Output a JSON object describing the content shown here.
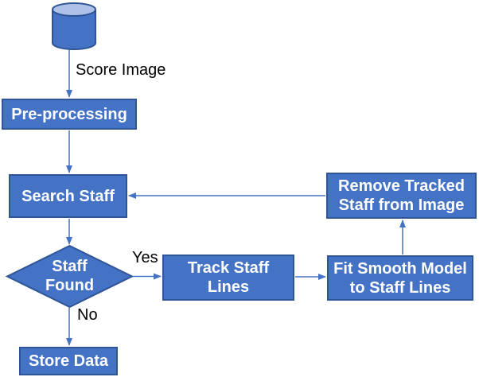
{
  "diagram": {
    "type": "flowchart",
    "colors": {
      "background": "#FFFFFF",
      "node_fill": "#4472C4",
      "node_border": "#2F5597",
      "node_text": "#FFFFFF",
      "cylinder_top_fill": "#AEC2E7",
      "connector": "#4472C4",
      "edge_label_text": "#000000"
    },
    "nodes": {
      "database": {
        "shape": "cylinder",
        "label": ""
      },
      "preprocessing": {
        "shape": "rectangle",
        "label": "Pre-processing"
      },
      "search_staff": {
        "shape": "rectangle",
        "label": "Search Staff"
      },
      "staff_found": {
        "shape": "diamond",
        "line1": "Staff",
        "line2": "Found"
      },
      "track_staff_lines": {
        "shape": "rectangle",
        "line1": "Track Staff",
        "line2": "Lines"
      },
      "fit_smooth_model": {
        "shape": "rectangle",
        "line1": "Fit Smooth Model",
        "line2": "to Staff Lines"
      },
      "remove_tracked_staff": {
        "shape": "rectangle",
        "line1": "Remove Tracked",
        "line2": "Staff from Image"
      },
      "store_data": {
        "shape": "rectangle",
        "label": "Store Data"
      }
    },
    "edge_labels": {
      "score_image": "Score Image",
      "yes": "Yes",
      "no": "No"
    },
    "edges": [
      "database -> preprocessing (Score Image)",
      "preprocessing -> search_staff",
      "search_staff -> staff_found",
      "staff_found -> track_staff_lines (Yes)",
      "track_staff_lines -> fit_smooth_model",
      "fit_smooth_model -> remove_tracked_staff",
      "remove_tracked_staff -> search_staff",
      "staff_found -> store_data (No)"
    ]
  }
}
